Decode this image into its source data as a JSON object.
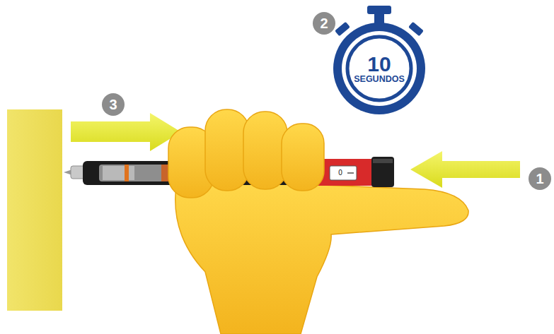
{
  "diagram": {
    "nodes": [
      {
        "text": [
          "10",
          "SEGUNDOS"
        ]
      }
    ],
    "labels": [
      "1",
      "2",
      "3",
      "0"
    ]
  }
}
